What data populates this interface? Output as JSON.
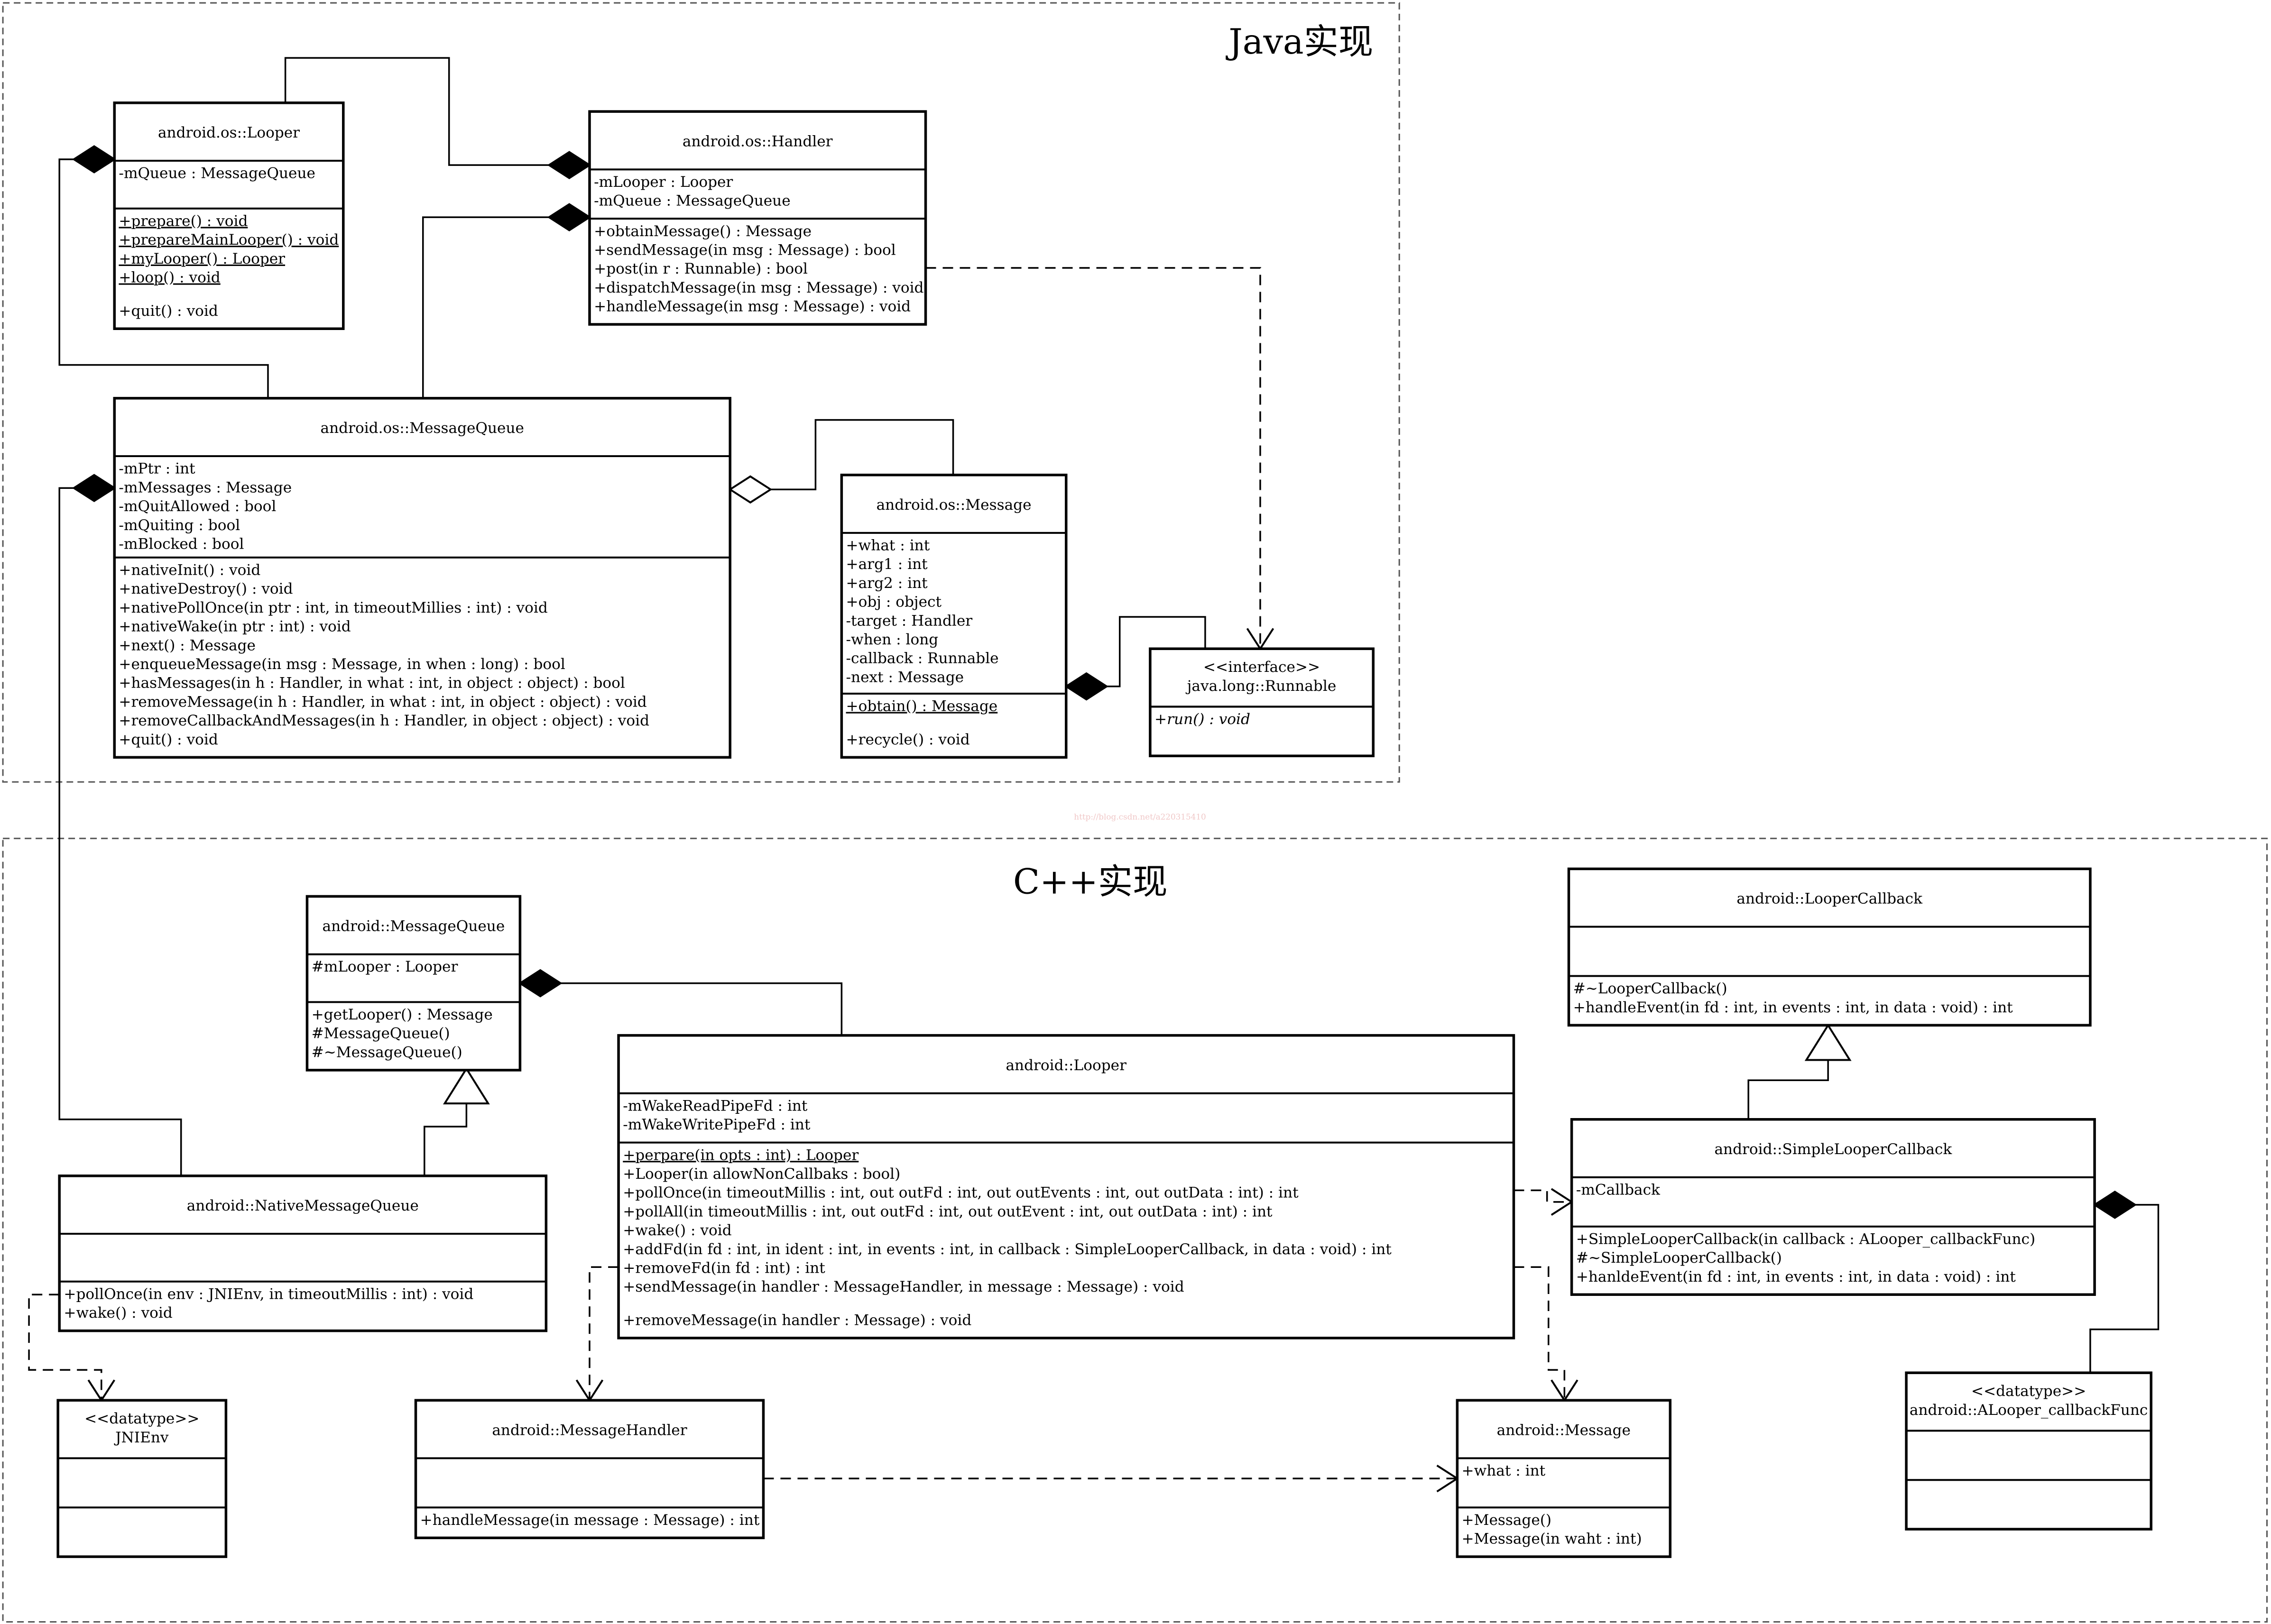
{
  "sections": [
    {
      "id": "java",
      "title": "Java实现"
    },
    {
      "id": "cpp",
      "title": "C++实现"
    }
  ],
  "watermark": "http://blog.csdn.net/a220315410",
  "classes": [
    {
      "id": "j-looper",
      "name": "android.os::Looper",
      "attributes": [
        "-mQueue : MessageQueue"
      ],
      "operations": [
        {
          "text": "+prepare() : void",
          "static": true
        },
        {
          "text": "+prepareMainLooper() : void",
          "static": true
        },
        {
          "text": "+myLooper() : Looper",
          "static": true
        },
        {
          "text": "+loop() : void",
          "static": true
        },
        {
          "text": "+quit() : void"
        }
      ]
    },
    {
      "id": "j-handler",
      "name": "android.os::Handler",
      "attributes": [
        "-mLooper : Looper",
        "-mQueue : MessageQueue"
      ],
      "operations": [
        {
          "text": "+obtainMessage() : Message"
        },
        {
          "text": "+sendMessage(in msg : Message) : bool"
        },
        {
          "text": "+post(in r : Runnable) : bool"
        },
        {
          "text": "+dispatchMessage(in msg : Message) : void"
        },
        {
          "text": "+handleMessage(in msg : Message) : void"
        }
      ]
    },
    {
      "id": "j-mq",
      "name": "android.os::MessageQueue",
      "attributes": [
        "-mPtr : int",
        "-mMessages : Message",
        "-mQuitAllowed : bool",
        "-mQuiting : bool",
        "-mBlocked : bool"
      ],
      "operations": [
        {
          "text": "+nativeInit() : void"
        },
        {
          "text": "+nativeDestroy() : void"
        },
        {
          "text": "+nativePollOnce(in ptr : int, in timeoutMillies : int) : void"
        },
        {
          "text": "+nativeWake(in ptr : int) : void"
        },
        {
          "text": "+next() : Message"
        },
        {
          "text": "+enqueueMessage(in msg : Message, in when : long) : bool"
        },
        {
          "text": "+hasMessages(in h : Handler, in what : int, in object : object) : bool"
        },
        {
          "text": "+removeMessage(in h : Handler, in what : int, in object : object) : void"
        },
        {
          "text": "+removeCallbackAndMessages(in h : Handler, in object : object) : void"
        },
        {
          "text": "+quit() : void"
        }
      ]
    },
    {
      "id": "j-msg",
      "name": "android.os::Message",
      "attributes": [
        "+what : int",
        "+arg1 : int",
        "+arg2 : int",
        "+obj : object",
        "-target : Handler",
        "-when : long",
        "-callback : Runnable",
        "-next : Message"
      ],
      "operations": [
        {
          "text": "+obtain() : Message",
          "static": true
        },
        {
          "text": "+recycle() : void"
        }
      ]
    },
    {
      "id": "j-runnable",
      "name": "java.long::Runnable",
      "stereotype": "<<interface>>",
      "attributes": [],
      "operations": [
        {
          "text": "+run() : void",
          "abstract": true
        }
      ]
    },
    {
      "id": "c-mq",
      "name": "android::MessageQueue",
      "attributes": [
        "#mLooper : Looper"
      ],
      "operations": [
        {
          "text": "+getLooper() : Message"
        },
        {
          "text": "#MessageQueue()"
        },
        {
          "text": "#~MessageQueue()"
        }
      ]
    },
    {
      "id": "c-nmq",
      "name": "android::NativeMessageQueue",
      "attributes": [],
      "operations": [
        {
          "text": "+pollOnce(in env : JNIEnv, in timeoutMillis : int) : void"
        },
        {
          "text": "+wake() : void"
        }
      ]
    },
    {
      "id": "c-looper",
      "name": "android::Looper",
      "attributes": [
        "-mWakeReadPipeFd : int",
        "-mWakeWritePipeFd : int"
      ],
      "operations": [
        {
          "text": "+perpare(in opts : int) : Looper",
          "static": true
        },
        {
          "text": "+Looper(in allowNonCallbaks : bool)"
        },
        {
          "text": "+pollOnce(in timeoutMillis : int, out outFd : int, out outEvents : int, out outData : int) : int"
        },
        {
          "text": "+pollAll(in timeoutMillis : int, out outFd : int, out outEvent : int, out outData : int) : int"
        },
        {
          "text": "+wake() : void"
        },
        {
          "text": "+addFd(in fd : int, in ident : int, in events : int, in callback : SimpleLooperCallback, in data : void) : int"
        },
        {
          "text": "+removeFd(in fd : int) : int"
        },
        {
          "text": "+sendMessage(in handler : MessageHandler, in message : Message) : void"
        },
        {
          "text": "+removeMessage(in handler : Message) : void"
        }
      ]
    },
    {
      "id": "c-lcb",
      "name": "android::LooperCallback",
      "attributes": [],
      "operations": [
        {
          "text": "#~LooperCallback()"
        },
        {
          "text": "+handleEvent(in fd : int, in events : int, in data : void) : int"
        }
      ]
    },
    {
      "id": "c-slcb",
      "name": "android::SimpleLooperCallback",
      "attributes": [
        "-mCallback"
      ],
      "operations": [
        {
          "text": "+SimpleLooperCallback(in callback : ALooper_callbackFunc)"
        },
        {
          "text": "#~SimpleLooperCallback()"
        },
        {
          "text": "+hanldeEvent(in fd : int, in events : int, in data : void) : int"
        }
      ]
    },
    {
      "id": "c-jnienv",
      "name": "JNIEnv",
      "stereotype": "<<datatype>>",
      "attributes": [],
      "operations": []
    },
    {
      "id": "c-mh",
      "name": "android::MessageHandler",
      "attributes": [],
      "operations": [
        {
          "text": "+handleMessage(in message : Message) : int"
        }
      ]
    },
    {
      "id": "c-msg",
      "name": "android::Message",
      "attributes": [
        "+what : int"
      ],
      "operations": [
        {
          "text": "+Message()"
        },
        {
          "text": "+Message(in waht : int)"
        }
      ]
    },
    {
      "id": "c-alcf",
      "name": "android::ALooper_callbackFunc",
      "stereotype": "<<datatype>>",
      "attributes": [],
      "operations": []
    }
  ],
  "relations": [
    {
      "from": "j-looper",
      "to": "j-handler",
      "kind": "composition"
    },
    {
      "from": "j-mq",
      "to": "j-looper",
      "kind": "composition"
    },
    {
      "from": "j-mq",
      "to": "j-handler",
      "kind": "composition"
    },
    {
      "from": "j-handler",
      "to": "j-runnable",
      "kind": "dependency"
    },
    {
      "from": "j-msg",
      "to": "j-mq",
      "kind": "aggregation"
    },
    {
      "from": "j-runnable",
      "to": "j-msg",
      "kind": "composition"
    },
    {
      "from": "c-nmq",
      "to": "j-mq",
      "kind": "composition"
    },
    {
      "from": "c-nmq",
      "to": "c-mq",
      "kind": "generalization"
    },
    {
      "from": "c-looper",
      "to": "c-mq",
      "kind": "composition"
    },
    {
      "from": "c-nmq",
      "to": "c-jnienv",
      "kind": "dependency"
    },
    {
      "from": "c-looper",
      "to": "c-mh",
      "kind": "dependency"
    },
    {
      "from": "c-looper",
      "to": "c-msg",
      "kind": "dependency"
    },
    {
      "from": "c-looper",
      "to": "c-slcb",
      "kind": "dependency"
    },
    {
      "from": "c-mh",
      "to": "c-msg",
      "kind": "dependency"
    },
    {
      "from": "c-slcb",
      "to": "c-lcb",
      "kind": "generalization"
    },
    {
      "from": "c-alcf",
      "to": "c-slcb",
      "kind": "composition"
    }
  ]
}
